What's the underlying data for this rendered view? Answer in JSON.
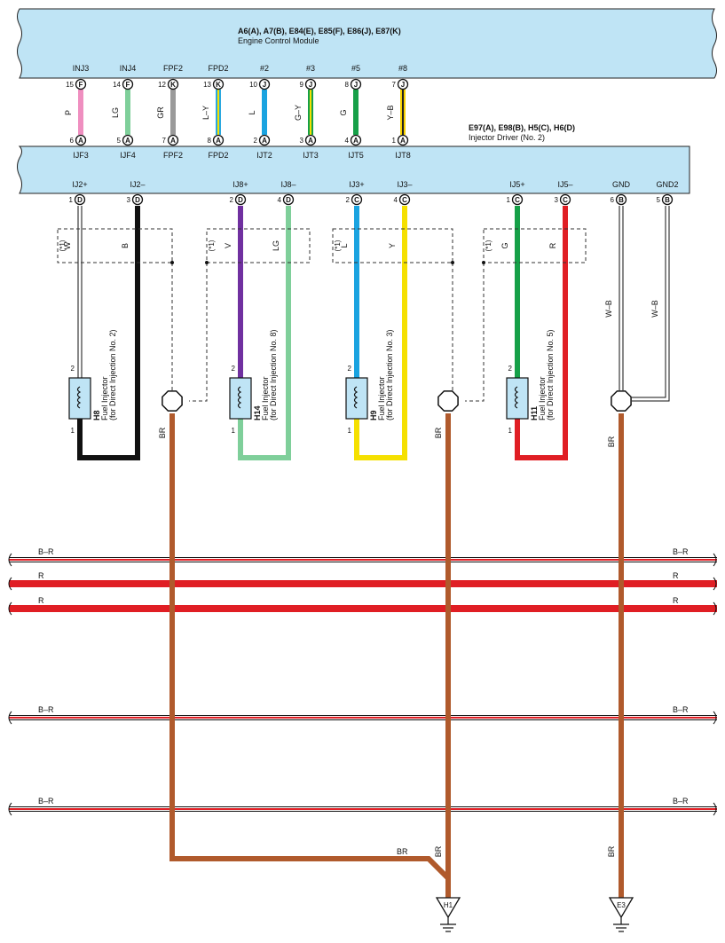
{
  "ecm": {
    "connectors": "A6(A), A7(B), E84(E), E85(F), E86(J), E87(K)",
    "name": "Engine Control Module",
    "pins": [
      {
        "label": "INJ3",
        "num": "15",
        "conn": "F"
      },
      {
        "label": "INJ4",
        "num": "14",
        "conn": "F"
      },
      {
        "label": "FPF2",
        "num": "12",
        "conn": "K"
      },
      {
        "label": "FPD2",
        "num": "13",
        "conn": "K"
      },
      {
        "label": "#2",
        "num": "10",
        "conn": "J"
      },
      {
        "label": "#3",
        "num": "9",
        "conn": "J"
      },
      {
        "label": "#5",
        "num": "8",
        "conn": "J"
      },
      {
        "label": "#8",
        "num": "7",
        "conn": "J"
      }
    ]
  },
  "driver": {
    "connectors": "E97(A), E98(B), H5(C), H6(D)",
    "name": "Injector Driver (No. 2)",
    "top_pins": [
      {
        "label": "IJF3",
        "num": "6",
        "conn": "A"
      },
      {
        "label": "IJF4",
        "num": "5",
        "conn": "A"
      },
      {
        "label": "FPF2",
        "num": "7",
        "conn": "A"
      },
      {
        "label": "FPD2",
        "num": "8",
        "conn": "A"
      },
      {
        "label": "IJT2",
        "num": "2",
        "conn": "A"
      },
      {
        "label": "IJT3",
        "num": "3",
        "conn": "A"
      },
      {
        "label": "IJT5",
        "num": "4",
        "conn": "A"
      },
      {
        "label": "IJT8",
        "num": "1",
        "conn": "A"
      }
    ],
    "bottom_pins": [
      {
        "label": "IJ2+",
        "num": "1",
        "conn": "D"
      },
      {
        "label": "IJ2–",
        "num": "3",
        "conn": "D"
      },
      {
        "label": "IJ8+",
        "num": "2",
        "conn": "D"
      },
      {
        "label": "IJ8–",
        "num": "4",
        "conn": "D"
      },
      {
        "label": "IJ3+",
        "num": "2",
        "conn": "C"
      },
      {
        "label": "IJ3–",
        "num": "4",
        "conn": "C"
      },
      {
        "label": "IJ5+",
        "num": "1",
        "conn": "C"
      },
      {
        "label": "IJ5–",
        "num": "3",
        "conn": "C"
      },
      {
        "label": "GND",
        "num": "6",
        "conn": "B"
      },
      {
        "label": "GND2",
        "num": "5",
        "conn": "B"
      }
    ]
  },
  "upper_wires": [
    {
      "label": "P",
      "color": "#ef8fc0"
    },
    {
      "label": "LG",
      "color": "#7fcf9a"
    },
    {
      "label": "GR",
      "color": "#9a9a9a"
    },
    {
      "label": "L–Y",
      "color": "#2aa8e0",
      "stripe": "#f5e000"
    },
    {
      "label": "L",
      "color": "#1aa3e0"
    },
    {
      "label": "G–Y",
      "color": "#16a048",
      "stripe": "#f5e000"
    },
    {
      "label": "G",
      "color": "#16a048"
    },
    {
      "label": "Y–B",
      "color": "#f5d000",
      "stripe": "#222222"
    }
  ],
  "injector_wires": [
    {
      "label": "W",
      "color": "#ffffff"
    },
    {
      "label": "B",
      "color": "#111111"
    },
    {
      "label": "V",
      "color": "#7030a0"
    },
    {
      "label": "LG",
      "color": "#7fcf9a"
    },
    {
      "label": "L",
      "color": "#1aa3e0"
    },
    {
      "label": "Y",
      "color": "#f5e000"
    },
    {
      "label": "G",
      "color": "#16a048"
    },
    {
      "label": "R",
      "color": "#e01e24"
    }
  ],
  "shield_tag": "(*1)",
  "injectors": [
    {
      "id": "H8",
      "name": "Fuel Injector",
      "desc": "(for Direct Injection No. 2)",
      "pin_top": "2",
      "pin_bottom": "1"
    },
    {
      "id": "H14",
      "name": "Fuel Injector",
      "desc": "(for Direct Injection No. 8)",
      "pin_top": "2",
      "pin_bottom": "1"
    },
    {
      "id": "H9",
      "name": "Fuel Injector",
      "desc": "(for Direct Injection No. 3)",
      "pin_top": "2",
      "pin_bottom": "1"
    },
    {
      "id": "H11",
      "name": "Fuel Injector",
      "desc": "(for Direct Injection No. 5)",
      "pin_top": "2",
      "pin_bottom": "1"
    }
  ],
  "ground_wires": {
    "gnd_label": "W–B",
    "gnd2_label": "W–B",
    "br": "BR"
  },
  "bus_lines": [
    {
      "label": "B–R",
      "color": "#111111",
      "stripe": "#e01e24"
    },
    {
      "label": "R",
      "color": "#e01e24"
    },
    {
      "label": "R",
      "color": "#e01e24"
    },
    {
      "label": "B–R",
      "color": "#111111",
      "stripe": "#e01e24"
    },
    {
      "label": "B–R",
      "color": "#111111",
      "stripe": "#e01e24"
    }
  ],
  "grounds": [
    {
      "id": "H1"
    },
    {
      "id": "E3"
    }
  ],
  "colors": {
    "box": "#bfe4f5",
    "br": "#b05a2c"
  }
}
